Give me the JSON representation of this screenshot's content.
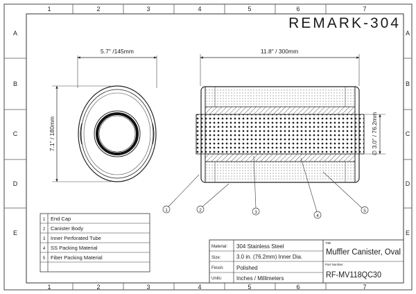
{
  "logo": "REMARK-304",
  "grid": {
    "columns": [
      "1",
      "2",
      "3",
      "4",
      "5",
      "6",
      "7"
    ],
    "rows": [
      "A",
      "B",
      "C",
      "D",
      "E"
    ]
  },
  "dimensions": {
    "end_width": "5.7\" /145mm",
    "end_height": "7.1\" / 180mm",
    "length": "11.8\" / 300mm",
    "inner_diameter": "∅ 3.0\" / 76.2mm"
  },
  "balloons": [
    "1",
    "2",
    "3",
    "4",
    "5"
  ],
  "parts": [
    {
      "num": "1",
      "name": "End Cap"
    },
    {
      "num": "2",
      "name": "Canister Body"
    },
    {
      "num": "3",
      "name": "Inner Perforated Tube"
    },
    {
      "num": "4",
      "name": "SS Packing Material"
    },
    {
      "num": "5",
      "name": "Fiber Packing Material"
    },
    {
      "num": "",
      "name": ""
    }
  ],
  "specs": [
    {
      "label": "Material:",
      "value": "304 Stainless Steel"
    },
    {
      "label": "Size:",
      "value": "3.0 in. (76.2mm) Inner Dia."
    },
    {
      "label": "Finish:",
      "value": "Polished"
    },
    {
      "label": "Units:",
      "value": "Inches / Millimeters"
    }
  ],
  "title_block": {
    "title_label": "Title",
    "title": "Muffler Canister, Oval",
    "part_label": "Part Number",
    "part_number": "RF-MV118QC30"
  }
}
